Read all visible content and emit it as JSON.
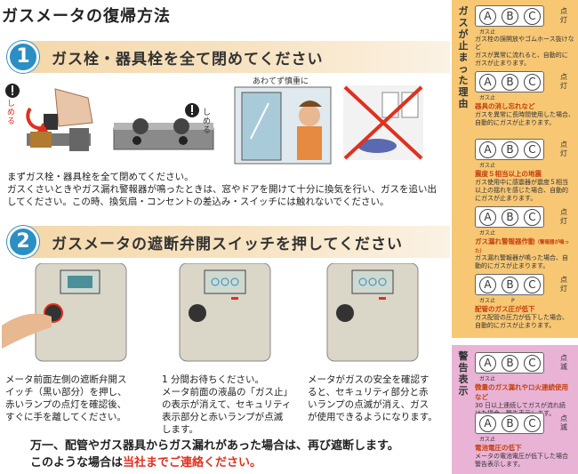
{
  "title": "ガスメータの復帰方法",
  "step1": {
    "number": "1",
    "heading": "ガス栓・器具栓を全て閉めてください",
    "close_label_1": "しめる",
    "close_label_2": "しめる",
    "caption": "あわてず慎重に",
    "text": [
      "まずガス栓・器具栓を全て閉めてください。",
      "ガスくさいときやガス漏れ警報器が鳴ったときは、窓やドアを開けて十分に換気を行い、ガスを追い出",
      "してください。この時、換気扇・コンセントの差込み・スイッチには触れないでください。"
    ]
  },
  "step2": {
    "number": "2",
    "heading": "ガスメータの遮断弁開スイッチを押してください",
    "col1": [
      "メータ前面左側の遮断弁開ス",
      "イッチ（黒い部分）を押し、",
      "赤いランプの点灯を確認後、",
      "すぐに手を離してください。"
    ],
    "col2": [
      "1 分間お待ちください。",
      "メータ前面の液晶の「ガス止」",
      "の表示が消えて、セキュリティ",
      "表示部分と赤いランプが点滅",
      "します。"
    ],
    "col3": [
      "メータがガスの安全を確認す",
      "ると、セキュリティ部分と赤",
      "いランプの点滅が消え、ガス",
      "が使用できるようになります。"
    ]
  },
  "warning": {
    "line1": "万一、配管やガス器具からガス漏れがあった場合は、再び遮断します。",
    "line2_prefix": "このような場合は",
    "line2_red": "当社までご連絡ください。"
  },
  "sidebar": {
    "stop_label": [
      "ガ",
      "ス",
      "が",
      "止",
      "ま",
      "っ",
      "た",
      "理",
      "由"
    ],
    "warn_label": [
      "警",
      "告",
      "表",
      "示"
    ],
    "lit": [
      "点",
      "灯"
    ],
    "lit_g": [
      "点",
      "滅"
    ],
    "items": [
      {
        "letters": [
          "A",
          "B",
          "C"
        ],
        "on": [
          0
        ],
        "sub": "ガス止",
        "cause": "",
        "desc": [
          "ガス栓の誤開放やゴムホース抜けなど",
          "ガスが異常に流れると、自動的に",
          "ガスが止まります。"
        ]
      },
      {
        "letters": [
          "A",
          "B",
          "C"
        ],
        "on": [
          0
        ],
        "sub": "ガス止",
        "cause": "器具の消し忘れなど",
        "desc": [
          "ガスを異常に長時間使用した場合、",
          "自動的にガスが止まります。"
        ]
      },
      {
        "letters": [
          "A",
          "B",
          "C"
        ],
        "on": [
          1
        ],
        "sub": "ガス止",
        "cause": "震度５相当以上の地震",
        "desc": [
          "ガス使用中に感震器が震度５相当",
          "以上の揺れを感じた場合、自動的",
          "にガスが止まります。"
        ]
      },
      {
        "letters": [
          "A",
          "B",
          "C"
        ],
        "on": [
          2
        ],
        "sub": "ガス止",
        "cause": "ガス漏れ警報器作動",
        "cause_small": "（警報器が鳴った）",
        "desc": [
          "ガス漏れ警報器が鳴った場合、自",
          "動的にガスが止まります。"
        ]
      },
      {
        "letters": [
          "A",
          "B",
          "C"
        ],
        "on": [
          0,
          1,
          2
        ],
        "sub": "ガス止　　　P",
        "cause": "配管のガス圧が低下",
        "desc": [
          "ガス配管の圧力が低下した場合、",
          "自動的にガスが止まります。"
        ]
      },
      {
        "letters": [
          "A",
          "B",
          "C"
        ],
        "on": [
          0
        ],
        "sub": "ガス止",
        "cause": "微量のガス漏れやロ火連続使用など",
        "desc": [
          "30 日以上連続してガスが流れ続",
          "けた場合、警告表示します。"
        ]
      },
      {
        "letters": [
          "A",
          "B",
          "C"
        ],
        "on": [
          0
        ],
        "sub": "ガス止",
        "cause": "電池電圧の低下",
        "desc": [
          "メータの電池電圧が低下した場合",
          "警告表示します。"
        ]
      }
    ]
  }
}
